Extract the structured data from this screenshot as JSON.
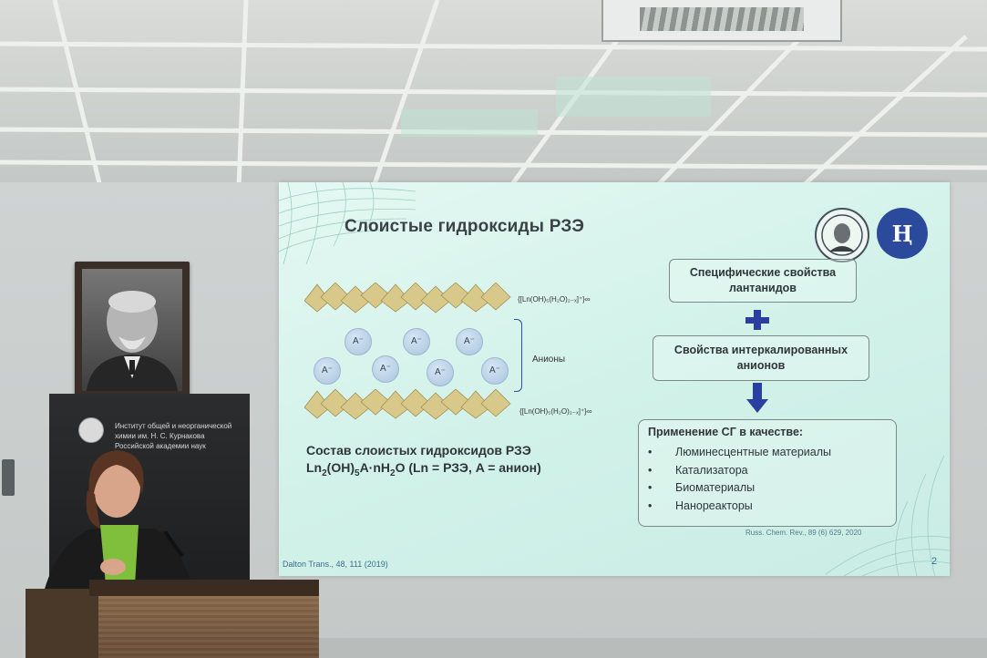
{
  "slide": {
    "title": "Слоистые гидроксиды РЗЭ",
    "layer_formula_top": "{[Ln(OH)₅(H₂O)₂₋ₓ]⁺}∞",
    "layer_formula_bottom": "{[Ln(OH)₅(H₂O)₂₋ₓ]⁺}∞",
    "anion_symbol": "A⁻",
    "anions_label": "Анионы",
    "composition_title": "Состав слоистых гидроксидов РЗЭ",
    "composition_formula": {
      "part1": "Ln",
      "sub1": "2",
      "part2": "(OH)",
      "sub2": "5",
      "part3": "A·nH",
      "sub3": "2",
      "part4": "O (Ln = РЗЭ, A = анион)"
    },
    "box1": "Специфические свойства лантанидов",
    "box2": "Свойства интеркалированных анионов",
    "applications_title": "Применение СГ в качестве:",
    "applications": [
      "Люминесцентные материалы",
      "Катализатора",
      "Биоматериалы",
      "Нанореакторы"
    ],
    "bullet": "•",
    "ref_right": "Russ. Chem. Rev., 89 (6) 629, 2020",
    "ref_left": "Dalton Trans., 48, 111 (2019)",
    "page_number": "2",
    "logo_right_text": "Ⱨ",
    "logo_left_icon": "portrait-emblem-icon",
    "logo_right_icon": "hse-logo-icon"
  },
  "banner": {
    "text": "Институт общей и неорганической химии им. Н. С. Курнакова Российской академии наук"
  },
  "colors": {
    "slide_bg": "#d2f2e9",
    "accent_blue": "#2a3fa0",
    "title_text": "#3a4246",
    "hse_blue": "#2b4a9b"
  }
}
